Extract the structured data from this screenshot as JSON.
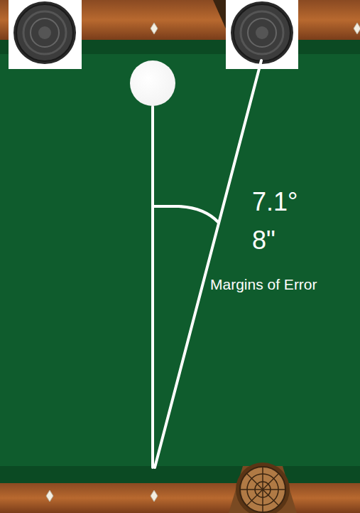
{
  "diagram": {
    "labels": [
      "7.1°",
      "8\"",
      "Margins of Error"
    ]
  }
}
